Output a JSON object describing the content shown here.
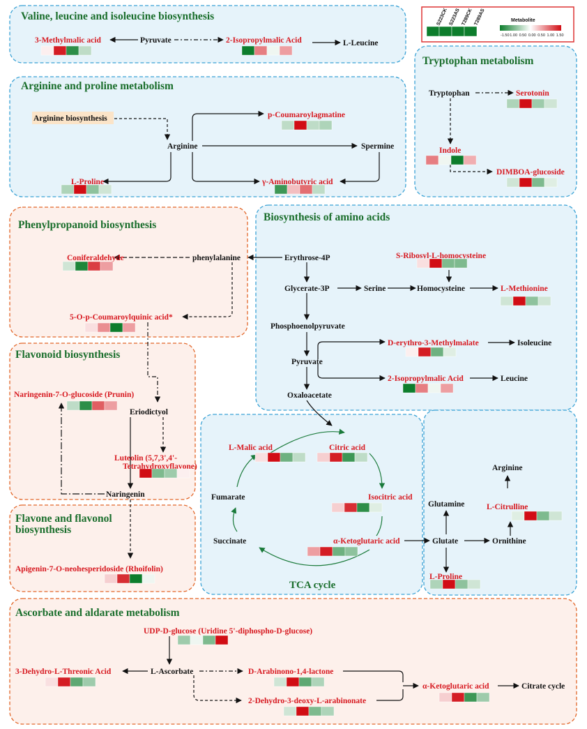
{
  "legend": {
    "samples": [
      "S223CK",
      "S223AS",
      "T289CK",
      "T289AS"
    ],
    "title": "Metabolite",
    "ticks": [
      "-1.50",
      "1.00",
      "0.50",
      "0.00",
      "0.50",
      "1.00",
      "1.50"
    ],
    "colors": {
      "low": "#0d7d2c",
      "mid": "#ffffff",
      "high": "#d10d14"
    }
  },
  "pathways": [
    {
      "id": "valine",
      "title": "Valine, leucine and isoleucine biosynthesis"
    },
    {
      "id": "tryptophan",
      "title": "Tryptophan metabolism"
    },
    {
      "id": "arginine",
      "title": "Arginine and proline metabolism"
    },
    {
      "id": "phenylpropanoid",
      "title": "Phenylpropanoid biosynthesis"
    },
    {
      "id": "aminoacids",
      "title": "Biosynthesis of amino acids"
    },
    {
      "id": "flavonoid",
      "title": "Flavonoid biosynthesis"
    },
    {
      "id": "flavone",
      "title": "Flavone and flavonol biosynthesis"
    },
    {
      "id": "ascorbate",
      "title": "Ascorbate and aldarate metabolism"
    },
    {
      "id": "tca",
      "title": "TCA cycle"
    }
  ],
  "compounds": {
    "pyruvate_v": "Pyruvate",
    "leucine_v": "L-Leucine",
    "tryptophan": "Tryptophan",
    "arginine_biosyn": "Arginine biosynthesis",
    "arginine": "Arginine",
    "spermine": "Spermine",
    "phenylalanine": "phenylalanine",
    "erythrose": "Erythrose-4P",
    "glycerate": "Glycerate-3P",
    "serine": "Serine",
    "homocysteine": "Homocysteine",
    "pep": "Phosphoenolpyruvate",
    "pyruvate_a": "Pyruvate",
    "isoleucine": "Isoleucine",
    "leucine_a": "Leucine",
    "oxaloacetate": "Oxaloacetate",
    "eriodictyol": "Eriodictyol",
    "naringenin": "Naringenin",
    "fumarate": "Fumarate",
    "succinate": "Succinate",
    "glutamine": "Glutamine",
    "glutate": "Glutate",
    "ornithine": "Ornithine",
    "arginine2": "Arginine",
    "l_ascorbate": "L-Ascorbate",
    "citrate_cycle": "Citrate cycle"
  },
  "metabolites": [
    {
      "id": "m_methylmalic",
      "name": "3-Methylmalic acid",
      "cells": [
        0.1,
        1.4,
        -1.3,
        -0.4
      ]
    },
    {
      "id": "m_isopropylmalic_v",
      "name": "2-Isopropylmalic Acid",
      "cells": [
        -1.5,
        0.8,
        -0.1,
        0.6
      ]
    },
    {
      "id": "m_serotonin",
      "name": "Serotonin",
      "cells": [
        -0.5,
        1.5,
        -0.6,
        -0.3
      ]
    },
    {
      "id": "m_coumaroylagmatine",
      "name": "p-Coumaroylagmatine",
      "cells": [
        -0.4,
        1.5,
        -0.4,
        -0.5
      ]
    },
    {
      "id": "m_indole",
      "name": "Indole",
      "cells": [
        0.8,
        -0.1,
        -1.5,
        0.5
      ]
    },
    {
      "id": "m_dimboa",
      "name": "DIMBOA-glucoside",
      "cells": [
        -0.3,
        1.5,
        -0.8,
        -0.2
      ]
    },
    {
      "id": "m_lproline_a",
      "name": "L-Proline",
      "cells": [
        -0.5,
        1.5,
        -0.7,
        -0.3
      ]
    },
    {
      "id": "m_gaba",
      "name": "γ-Aminobutyric acid",
      "cells": [
        -1.2,
        0.4,
        0.9,
        -0.4
      ]
    },
    {
      "id": "m_coniferaldehyde",
      "name": "Coniferaldehyde",
      "cells": [
        -0.3,
        -1.4,
        1.2,
        0.6
      ]
    },
    {
      "id": "m_coumaroylquinic",
      "name": "5-O-p-Coumaroylquinic acid*",
      "cells": [
        0.2,
        0.7,
        -1.5,
        0.6
      ]
    },
    {
      "id": "m_ribosyl",
      "name": "S-Ribosyl-L-homocysteine",
      "cells": [
        0.2,
        1.5,
        -0.8,
        -0.8
      ]
    },
    {
      "id": "m_methionine",
      "name": "L-Methionine",
      "cells": [
        -0.3,
        1.5,
        -0.7,
        -0.3
      ]
    },
    {
      "id": "m_methylmalate",
      "name": "D-erythro-3-Methylmalate",
      "cells": [
        0.1,
        1.4,
        -0.9,
        -0.2
      ]
    },
    {
      "id": "m_isopropylmalic_a",
      "name": "2-Isopropylmalic Acid",
      "cells": [
        -1.5,
        0.8,
        -0.1,
        0.6
      ]
    },
    {
      "id": "m_prunin",
      "name": "Naringenin-7-O-glucoside (Prunin)",
      "cells": [
        -0.4,
        -1.3,
        1.0,
        0.6
      ]
    },
    {
      "id": "m_luteolin",
      "name": "Luteolin (5,7,3',4'-Tetrahydroxyflavone)",
      "cells": [
        1.5,
        -0.8,
        -0.6,
        0.1
      ]
    },
    {
      "id": "m_malic",
      "name": "L-Malic acid",
      "cells": [
        0.2,
        1.5,
        -0.9,
        -0.4
      ]
    },
    {
      "id": "m_citric",
      "name": "Citric acid",
      "cells": [
        0.3,
        1.4,
        -1.2,
        -0.4
      ]
    },
    {
      "id": "m_isocitric",
      "name": "Isocitric acid",
      "cells": [
        0.3,
        1.3,
        -1.3,
        -0.2
      ]
    },
    {
      "id": "m_ketoglutaric_t",
      "name": "α-Ketoglutaric acid",
      "cells": [
        0.6,
        1.4,
        -0.9,
        -0.7
      ]
    },
    {
      "id": "m_citrulline",
      "name": "L-Citrulline",
      "cells": [
        -0.2,
        1.5,
        -0.8,
        -0.3
      ]
    },
    {
      "id": "m_lproline_b",
      "name": "L-Proline",
      "cells": [
        -0.5,
        1.5,
        -0.7,
        -0.3
      ]
    },
    {
      "id": "m_rhoifolin",
      "name": "Apigenin-7-O-neohesperidoside (Rhoifolin)",
      "cells": [
        0.3,
        1.3,
        -1.5,
        -0.1
      ]
    },
    {
      "id": "m_udpg",
      "name": "UDP-D-glucose (Uridine 5'-diphospho-D-glucose)",
      "cells": [
        -0.6,
        -0.1,
        -0.8,
        1.5
      ]
    },
    {
      "id": "m_threonic",
      "name": "3-Dehydro-L-Threonic Acid",
      "cells": [
        0.2,
        1.4,
        -1.0,
        -0.6
      ]
    },
    {
      "id": "m_arabinono",
      "name": "D-Arabinono-1,4-lactone",
      "cells": [
        -0.3,
        1.5,
        -1.0,
        -0.5
      ]
    },
    {
      "id": "m_dehydrodeoxy",
      "name": "2-Dehydro-3-deoxy-L-arabinonate",
      "cells": [
        -0.3,
        1.5,
        -0.8,
        -0.5
      ]
    },
    {
      "id": "m_ketoglutaric_b",
      "name": "α-Ketoglutaric acid",
      "cells": [
        0.3,
        1.4,
        -1.2,
        -0.6
      ]
    }
  ]
}
